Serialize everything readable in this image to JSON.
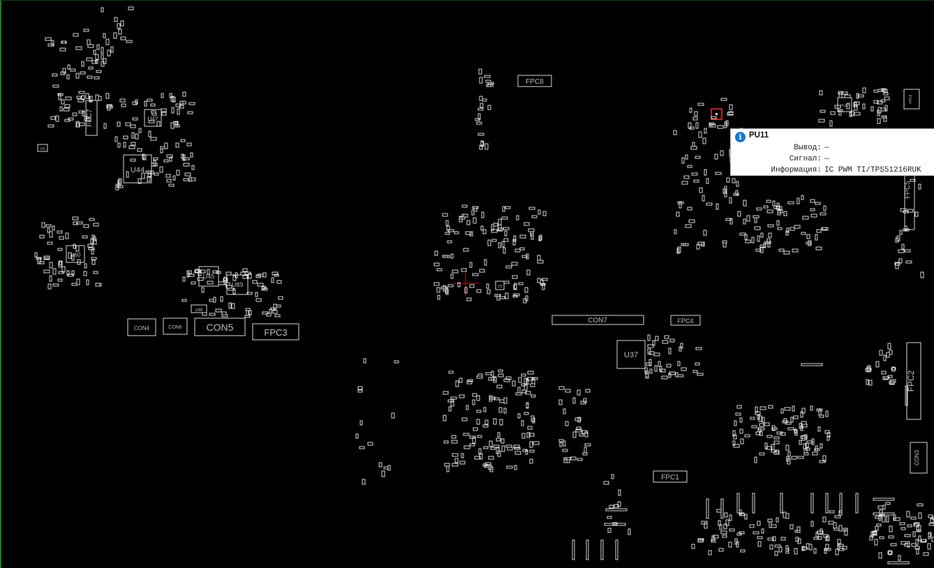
{
  "tooltip": {
    "title": "PU11",
    "rows": [
      {
        "label": "Вывод:",
        "value": "—"
      },
      {
        "label": "Сигнал:",
        "value": "—"
      },
      {
        "label": "Информация:",
        "value": "IC PWM TI/TPS51216RUK"
      }
    ]
  },
  "component_labels": {
    "fpc7": "FPC7",
    "u47": "U47",
    "u44": "U44",
    "u60": "U60",
    "u45": "U45",
    "u89": "U89",
    "u88": "U88",
    "con4": "CON4",
    "con6": "CON6",
    "con5": "CON5",
    "fpc3": "FPC3",
    "fpc8": "FPC8",
    "con7": "CON7",
    "fpc4": "FPC4",
    "u37": "U37",
    "fpc1": "FPC1",
    "fpc5": "FPC5",
    "fpc2": "FPC2",
    "con3": "CON3",
    "fpc6": "FPC6",
    "pu12": "PU12",
    "c6": "C6",
    "c5": "C5"
  },
  "colors": {
    "board_bg": "#000000",
    "outline": "#d9d9d9",
    "highlight": "#e53935",
    "board_edge": "#1f7a1f",
    "info_icon": "#1976d2"
  },
  "cursor_marker": "crosshair"
}
